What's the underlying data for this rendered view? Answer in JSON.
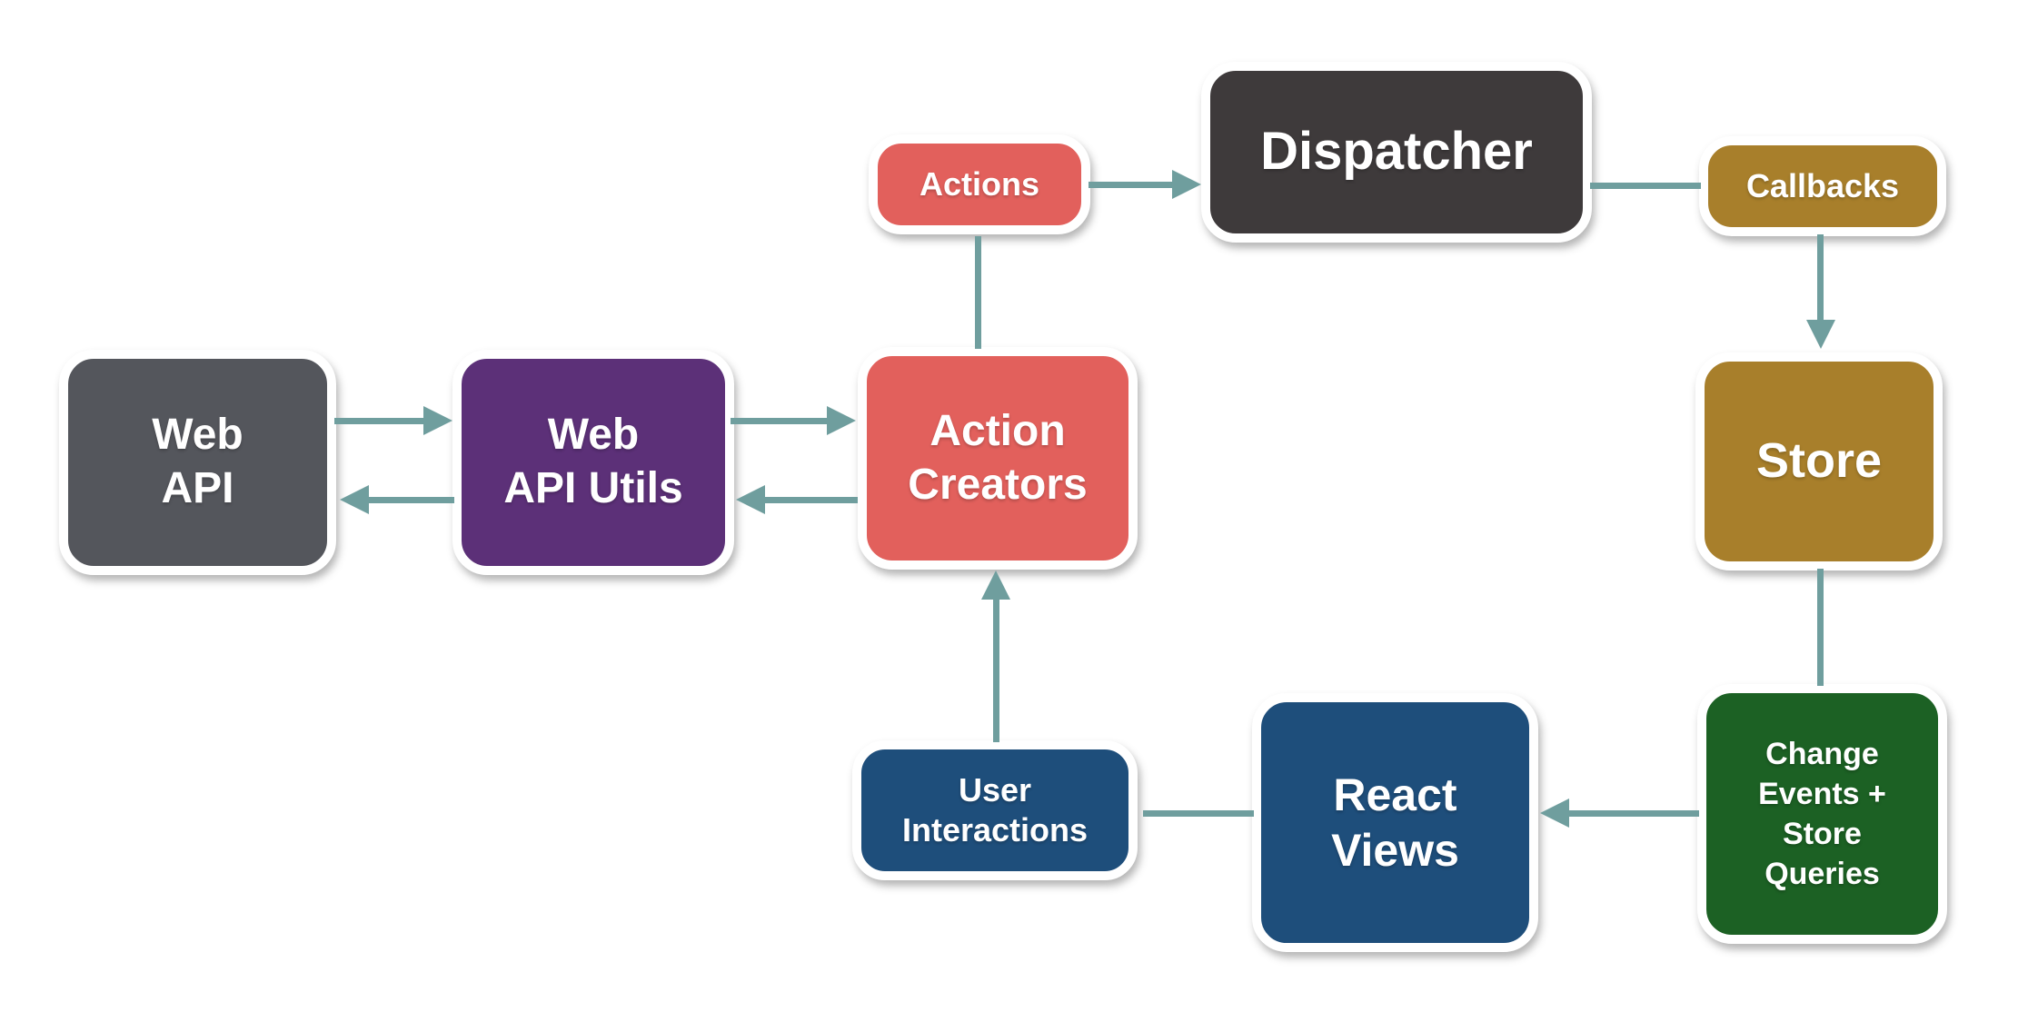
{
  "diagram": {
    "kind": "flux-architecture-flow",
    "connector_color": "#6F9E9E",
    "background_color": "#FFFFFF",
    "nodes": {
      "web_api": {
        "label": "Web\nAPI",
        "color": "#54565C"
      },
      "web_api_utils": {
        "label": "Web\nAPI Utils",
        "color": "#5C3078"
      },
      "action_creators": {
        "label": "Action\nCreators",
        "color": "#E2605C"
      },
      "actions": {
        "label": "Actions",
        "color": "#E2605C"
      },
      "dispatcher": {
        "label": "Dispatcher",
        "color": "#3E3A3B"
      },
      "callbacks": {
        "label": "Callbacks",
        "color": "#A87F2B"
      },
      "store": {
        "label": "Store",
        "color": "#A87F2B"
      },
      "change_events": {
        "label": "Change\nEvents +\nStore\nQueries",
        "color": "#1C6124"
      },
      "react_views": {
        "label": "React\nViews",
        "color": "#1E4E7B"
      },
      "user_interactions": {
        "label": "User\nInteractions",
        "color": "#1E4E7B"
      }
    },
    "edges": [
      {
        "from": "web_api",
        "to": "web_api_utils",
        "arrowhead": true
      },
      {
        "from": "web_api_utils",
        "to": "web_api",
        "arrowhead": true
      },
      {
        "from": "web_api_utils",
        "to": "action_creators",
        "arrowhead": true
      },
      {
        "from": "action_creators",
        "to": "web_api_utils",
        "arrowhead": true
      },
      {
        "from": "action_creators",
        "to": "actions",
        "arrowhead": false
      },
      {
        "from": "actions",
        "to": "dispatcher",
        "arrowhead": true
      },
      {
        "from": "dispatcher",
        "to": "callbacks",
        "arrowhead": false
      },
      {
        "from": "callbacks",
        "to": "store",
        "arrowhead": true
      },
      {
        "from": "store",
        "to": "change_events",
        "arrowhead": false
      },
      {
        "from": "change_events",
        "to": "react_views",
        "arrowhead": true
      },
      {
        "from": "react_views",
        "to": "user_interactions",
        "arrowhead": false
      },
      {
        "from": "user_interactions",
        "to": "action_creators",
        "arrowhead": true
      }
    ]
  }
}
